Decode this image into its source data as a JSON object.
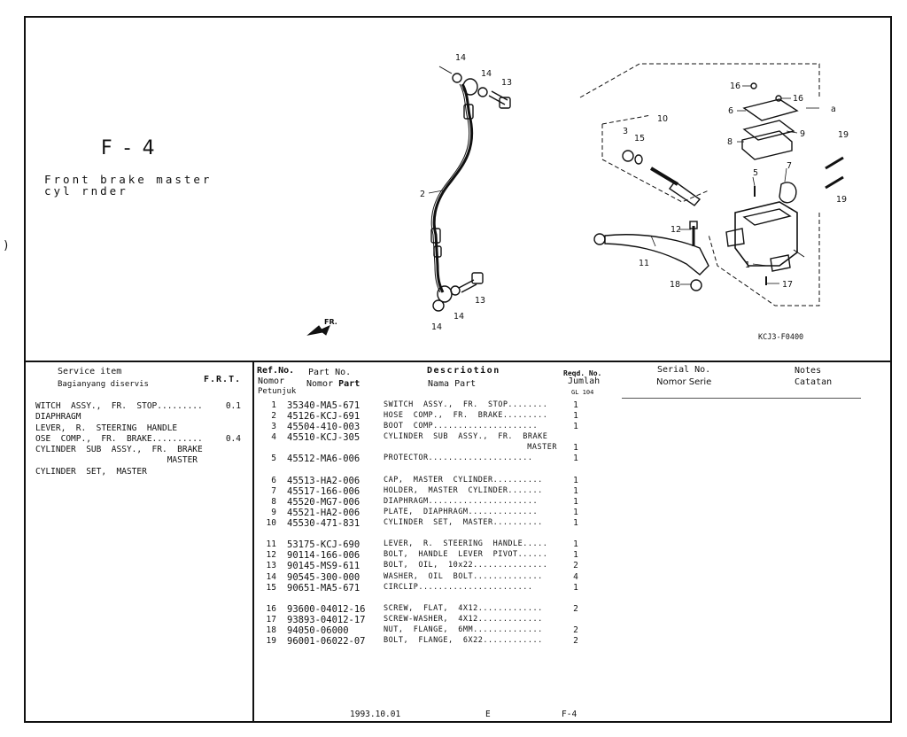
{
  "page": {
    "edge_mark": ")",
    "figure_code": "F - 4",
    "figure_title_lines": [
      "Front brake master",
      "cyl rnder"
    ],
    "diagram_code": "KCJ3-F0400"
  },
  "diagram": {
    "callouts": [
      "14",
      "14",
      "13",
      "2",
      "13",
      "14",
      "14",
      "10",
      "3",
      "15",
      "12",
      "11",
      "18",
      "16",
      "16",
      "6",
      "9",
      "8",
      "5",
      "7",
      "19",
      "19",
      "1",
      "17",
      "a"
    ],
    "fr_label": "FR."
  },
  "headers": {
    "service": "Service   item",
    "service_id": "Bagianyang diservis",
    "frt": "F.R.T.",
    "ref": "Ref.No.",
    "ref_id1": "Nomor",
    "ref_id2": "Petunjuk",
    "part": "Part  No.",
    "part_id_a": "Nomor",
    "part_id_b": "Part",
    "desc": "Descriotion",
    "desc_id": "Nama  Part",
    "reqd": "Reqd. No.",
    "reqd_id": "Jumlah",
    "reqd_model": "GL 104",
    "serial": "Serial  No.",
    "serial_id": "Nomor Serie",
    "notes": "Notes",
    "notes_id": "Catatan"
  },
  "service_items": [
    {
      "text": "WITCH  ASSY.,  FR.  STOP.........",
      "value": "0.1"
    },
    {
      "text": "DIAPHRAGM",
      "value": ""
    },
    {
      "text": "LEVER,  R.  STEERING  HANDLE",
      "value": ""
    },
    {
      "text": "OSE  COMP.,  FR.  BRAKE..........",
      "value": "0.4"
    },
    {
      "text": "CYLINDER  SUB  ASSY.,  FR.  BRAKE",
      "value": ""
    },
    {
      "text": "                          MASTER",
      "value": ""
    },
    {
      "text": "CYLINDER  SET,  MASTER",
      "value": ""
    }
  ],
  "parts": [
    {
      "ref": "1",
      "part": "35340-MA5-671",
      "desc": "SWITCH  ASSY.,  FR.  STOP........",
      "qty": "1"
    },
    {
      "ref": "2",
      "part": "45126-KCJ-691",
      "desc": "HOSE  COMP.,  FR.  BRAKE.........",
      "qty": "1"
    },
    {
      "ref": "3",
      "part": "45504-410-003",
      "desc": "BOOT  COMP.....................",
      "qty": "1"
    },
    {
      "ref": "4",
      "part": "45510-KCJ-305",
      "desc": "CYLINDER  SUB  ASSY.,  FR.  BRAKE",
      "qty": ""
    },
    {
      "ref": "",
      "part": "",
      "desc": "MASTER",
      "qty": "1",
      "cont": true
    },
    {
      "ref": "5",
      "part": "45512-MA6-006",
      "desc": "PROTECTOR.....................",
      "qty": "1"
    },
    {
      "gap": true
    },
    {
      "ref": "6",
      "part": "45513-HA2-006",
      "desc": "CAP,  MASTER  CYLINDER..........",
      "qty": "1"
    },
    {
      "ref": "7",
      "part": "45517-166-006",
      "desc": "HOLDER,  MASTER  CYLINDER.......",
      "qty": "1"
    },
    {
      "ref": "8",
      "part": "45520-MG7-006",
      "desc": "DIAPHRAGM......................",
      "qty": "1"
    },
    {
      "ref": "9",
      "part": "45521-HA2-006",
      "desc": "PLATE,  DIAPHRAGM..............",
      "qty": "1"
    },
    {
      "ref": "10",
      "part": "45530-471-831",
      "desc": "CYLINDER  SET,  MASTER..........",
      "qty": "1"
    },
    {
      "gap": true
    },
    {
      "ref": "11",
      "part": "53175-KCJ-690",
      "desc": "LEVER,  R.  STEERING  HANDLE.....",
      "qty": "1"
    },
    {
      "ref": "12",
      "part": "90114-166-006",
      "desc": "BOLT,  HANDLE  LEVER  PIVOT......",
      "qty": "1"
    },
    {
      "ref": "13",
      "part": "90145-MS9-611",
      "desc": "BOLT,  OIL,  10x22...............",
      "qty": "2"
    },
    {
      "ref": "14",
      "part": "90545-300-000",
      "desc": "WASHER,  OIL  BOLT..............",
      "qty": "4"
    },
    {
      "ref": "15",
      "part": "90651-MA5-671",
      "desc": "CIRCLIP.......................",
      "qty": "1"
    },
    {
      "gap": true
    },
    {
      "ref": "16",
      "part": "93600-04012-16",
      "desc": "SCREW,  FLAT,  4X12.............",
      "qty": "2"
    },
    {
      "ref": "17",
      "part": "93893-04012-17",
      "desc": "SCREW-WASHER,  4X12.............",
      "qty": ""
    },
    {
      "ref": "18",
      "part": "94050-06000",
      "desc": "NUT,  FLANGE,  6MM..............",
      "qty": "2"
    },
    {
      "ref": "19",
      "part": "96001-06022-07",
      "desc": "BOLT,  FLANGE,  6X22............",
      "qty": "2"
    }
  ],
  "footer": {
    "date": "1993.10.01",
    "lang": "E",
    "page": "F-4"
  }
}
